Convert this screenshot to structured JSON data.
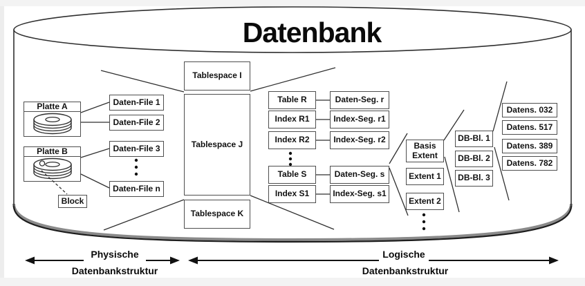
{
  "diagram": {
    "title": "Datenbank",
    "physical": {
      "disk_a": "Platte A",
      "disk_b": "Platte B",
      "block": "Block",
      "files": [
        "Daten-File 1",
        "Daten-File 2",
        "Daten-File 3",
        "Daten-File n"
      ]
    },
    "tablespaces": [
      "Tablespace I",
      "Tablespace J",
      "Tablespace K"
    ],
    "schema_objects": [
      {
        "name": "Table R",
        "segment": "Daten-Seg. r"
      },
      {
        "name": "Index R1",
        "segment": "Index-Seg. r1"
      },
      {
        "name": "Index R2",
        "segment": "Index-Seg. r2"
      },
      {
        "name": "Table S",
        "segment": "Daten-Seg. s"
      },
      {
        "name": "Index S1",
        "segment": "Index-Seg. s1"
      }
    ],
    "extents": [
      "Basis Extent",
      "Extent 1",
      "Extent 2"
    ],
    "db_blocks": [
      "DB-Bl. 1",
      "DB-Bl. 2",
      "DB-Bl. 3"
    ],
    "records": [
      "Datens. 032",
      "Datens. 517",
      "Datens. 389",
      "Datens. 782"
    ],
    "legend": {
      "physical_line1": "Physische",
      "physical_line2": "Datenbankstruktur",
      "logical_line1": "Logische",
      "logical_line2": "Datenbankstruktur"
    },
    "colors": {
      "stroke": "#2f2f2f",
      "box_border": "#4d4d4d",
      "background": "#ffffff"
    }
  }
}
